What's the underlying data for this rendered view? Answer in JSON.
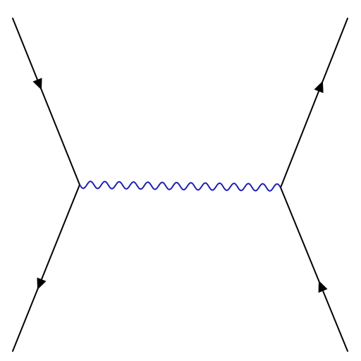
{
  "diagram": {
    "type": "feynman-diagram",
    "background_color": "#ffffff",
    "colors": {
      "fermion_line": "#000000",
      "photon_line": "#1f1fb4"
    },
    "vertices": [
      {
        "id": "left-vertex"
      },
      {
        "id": "right-vertex"
      }
    ],
    "fermion_lines": [
      {
        "id": "left-upper",
        "from_vertex": "left-vertex",
        "arrow": "toward-vertex"
      },
      {
        "id": "left-lower",
        "from_vertex": "left-vertex",
        "arrow": "away-from-vertex"
      },
      {
        "id": "right-upper",
        "from_vertex": "right-vertex",
        "arrow": "away-from-vertex"
      },
      {
        "id": "right-lower",
        "from_vertex": "right-vertex",
        "arrow": "toward-vertex"
      }
    ],
    "propagator": {
      "style": "wavy",
      "from_vertex": "left-vertex",
      "to_vertex": "right-vertex"
    }
  }
}
